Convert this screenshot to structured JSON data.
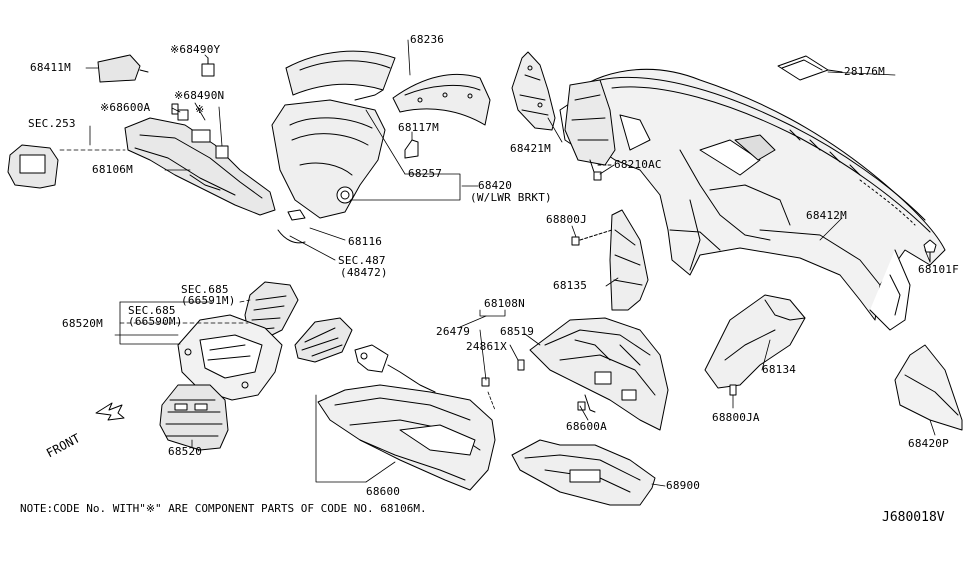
{
  "labels": {
    "l68411M": "68411M",
    "l68490Y": "※68490Y",
    "l68600A_star": "※68600A",
    "l68490N": "※68490N",
    "lstar": "※",
    "lSEC253": "SEC.253",
    "l68106M": "68106M",
    "l68236": "68236",
    "l68117M": "68117M",
    "l68257": "68257",
    "l68420": "68420",
    "l68420sub": "(W/LWR BRKT)",
    "l68116": "68116",
    "lSEC487": "SEC.487",
    "lSEC487sub": "(48472)",
    "l68421M": "68421M",
    "l68210AC": "68210AC",
    "l28176M": "28176M",
    "l68412M": "68412M",
    "l68101F": "68101F",
    "l68800J": "68800J",
    "l68135": "68135",
    "l68108N": "68108N",
    "l26479": "26479",
    "l68519": "68519",
    "l24861X": "24861X",
    "l68600A": "68600A",
    "l68134": "68134",
    "l68800JA": "68800JA",
    "l68420P": "68420P",
    "l68900": "68900",
    "l68600": "68600",
    "lSEC685a": "SEC.685",
    "lSEC685a_sub": "(66591M)",
    "lSEC685b": "SEC.685",
    "lSEC685b_sub": "(66590M)",
    "l68520M": "68520M",
    "l68520": "68520",
    "front": "FRONT"
  },
  "note": "NOTE:CODE No. WITH\"※\" ARE COMPONENT PARTS OF CODE NO. 68106M.",
  "diagram_code": "J680018V"
}
